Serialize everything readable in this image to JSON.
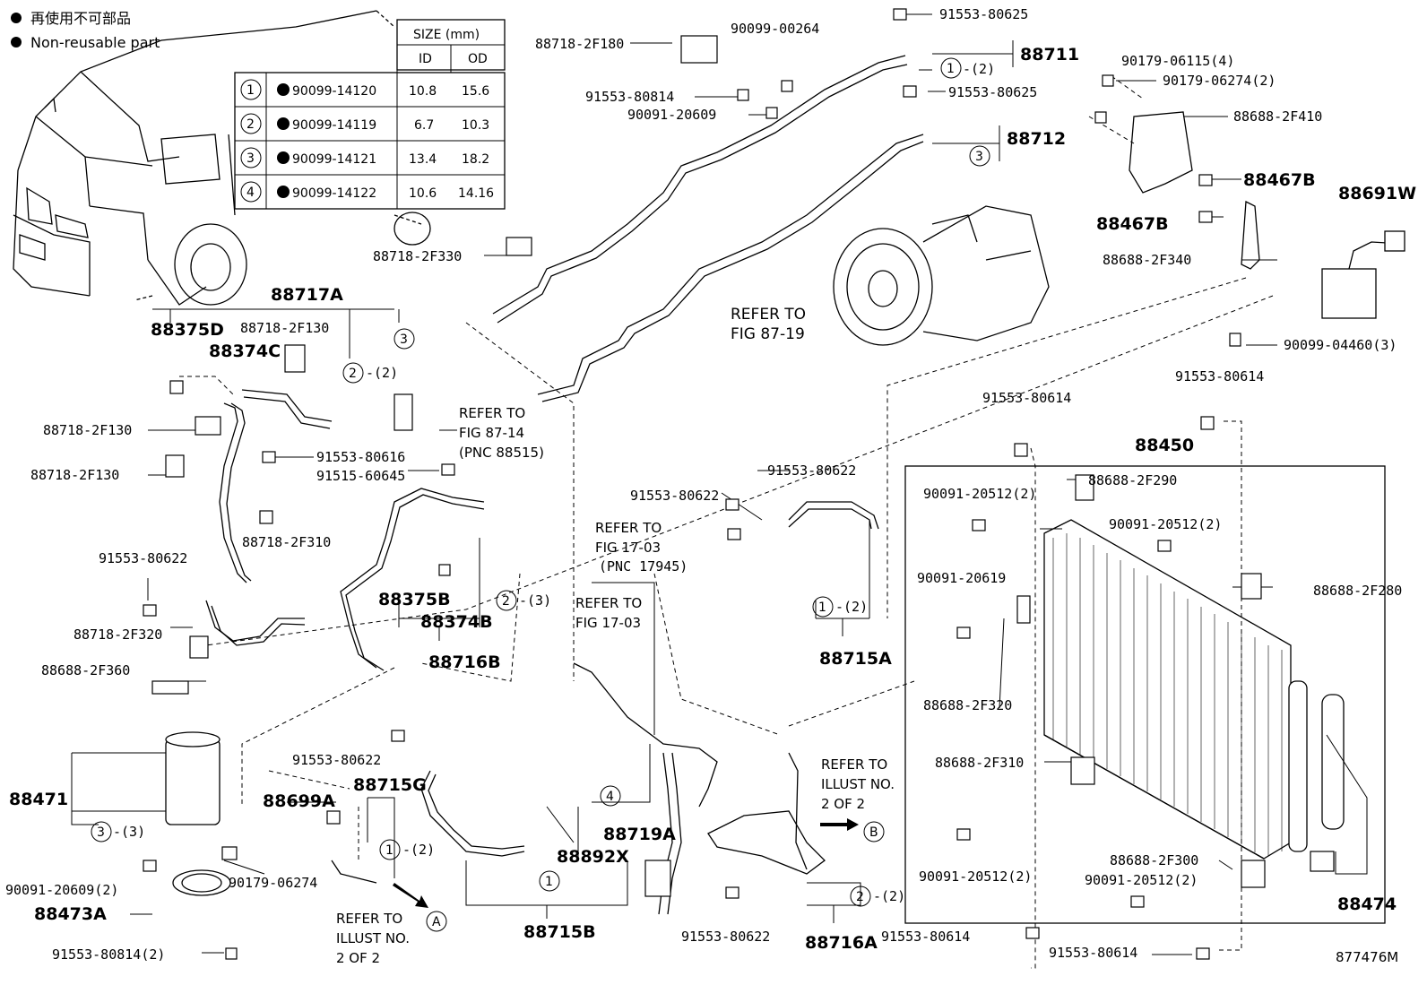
{
  "legend": {
    "jp": "再使用不可部品",
    "en": "Non-reusable part"
  },
  "size_table": {
    "header": "SIZE (mm)",
    "col_id": "ID",
    "col_od": "OD",
    "rows": [
      {
        "num": "1",
        "part": "90099-14120",
        "id": "10.8",
        "od": "15.6"
      },
      {
        "num": "2",
        "part": "90099-14119",
        "id": "6.7",
        "od": "10.3"
      },
      {
        "num": "3",
        "part": "90099-14121",
        "id": "13.4",
        "od": "18.2"
      },
      {
        "num": "4",
        "part": "90099-14122",
        "id": "10.6",
        "od": "14.16"
      }
    ]
  },
  "labels": {
    "p88718_2F180": "88718-2F180",
    "p90099_00264": "90099-00264",
    "p91553_80625a": "91553-80625",
    "p88711": "88711",
    "c1_2a": "-(2)",
    "p91553_80814": "91553-80814",
    "p90091_20609": "90091-20609",
    "p91553_80625b": "91553-80625",
    "p88712": "88712",
    "p90179_06115": "90179-06115(4)",
    "p90179_06274_2": "90179-06274(2)",
    "p88688_2F410": "88688-2F410",
    "p88467B_a": "88467B",
    "p88467B_b": "88467B",
    "p88691W": "88691W",
    "p88688_2F340": "88688-2F340",
    "p88718_2F330": "88718-2F330",
    "ref87_19_a": "REFER TO",
    "ref87_19_b": "FIG 87-19",
    "p90099_04460": "90099-04460(3)",
    "p88717A": "88717A",
    "p88375D": "88375D",
    "p88718_2F130a": "88718-2F130",
    "p88374C": "88374C",
    "c2_2": "-(2)",
    "ref87_14_a": "REFER TO",
    "ref87_14_b": "FIG 87-14",
    "ref87_14_c": "(PNC 88515)",
    "p88718_2F130b": "88718-2F130",
    "p91553_80616": "91553-80616",
    "p88718_2F130c": "88718-2F130",
    "p91515_60645": "91515-60645",
    "p91553_80614a": "91553-80614",
    "p91553_80614b": "91553-80614",
    "p88450": "88450",
    "p91553_80622a": "91553-80622",
    "p91553_80622b": "91553-80622",
    "p88688_2F290": "88688-2F290",
    "p90091_20512a": "90091-20512(2)",
    "p90091_20512b": "90091-20512(2)",
    "p88718_2F310": "88718-2F310",
    "ref17_03_a1": "REFER TO",
    "ref17_03_a2": "FIG 17-03",
    "ref17_03_a3": "(PNC 17945)",
    "p91553_80622c": "91553-80622",
    "p90091_20619": "90091-20619",
    "p88688_2F280": "88688-2F280",
    "p88375B": "88375B",
    "c2_3": "-(3)",
    "ref17_03_b1": "REFER TO",
    "ref17_03_b2": "FIG 17-03",
    "c1_2b": "-(2)",
    "p88374B": "88374B",
    "p88718_2F320a": "88718-2F320",
    "p88716B": "88716B",
    "p88715A": "88715A",
    "p88688_2F360": "88688-2F360",
    "p88688_2F320b": "88688-2F320",
    "p91553_80622d": "91553-80622",
    "refB_1": "REFER TO",
    "refB_2": "ILLUST NO.",
    "refB_3": "2 OF 2",
    "p88688_2F310": "88688-2F310",
    "p88471": "88471",
    "p88699A": "88699A",
    "p88715G": "88715G",
    "p88719A": "88719A",
    "c3_3": "-(3)",
    "c1_2c": "-(2)",
    "p88892X": "88892X",
    "p90091_20512c": "90091-20512(2)",
    "p88688_2F300": "88688-2F300",
    "p90091_20512d": "90091-20512(2)",
    "p90091_20609_2": "90091-20609(2)",
    "p90179_06274": "90179-06274",
    "c2_2b": "-(2)",
    "p88474": "88474",
    "p88473A": "88473A",
    "refA_1": "REFER TO",
    "refA_2": "ILLUST NO.",
    "refA_3": "2 OF 2",
    "p88715B": "88715B",
    "p91553_80622e": "91553-80622",
    "p88716A": "88716A",
    "p91553_80614c": "91553-80614",
    "p91553_80614d": "91553-80614",
    "p91553_80814_2": "91553-80814(2)",
    "fig_id": "877476M"
  },
  "circle_nums": {
    "one": "1",
    "two": "2",
    "three": "3",
    "four": "4",
    "A": "A",
    "B": "B"
  }
}
